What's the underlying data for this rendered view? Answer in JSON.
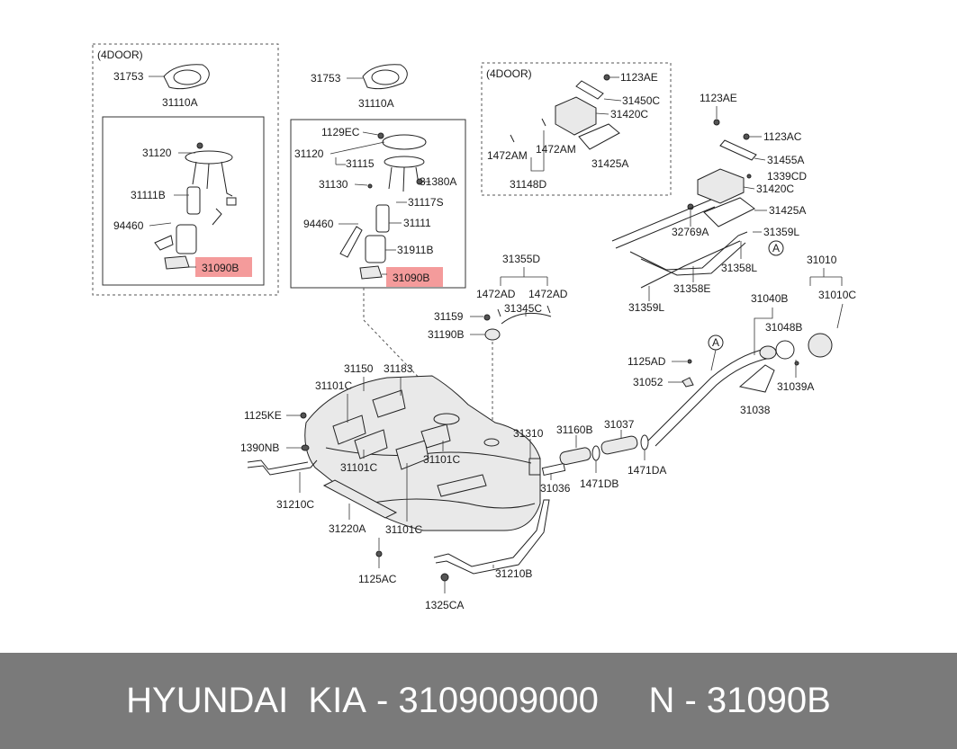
{
  "diagram": {
    "left_group_tag": "(4DOOR)",
    "left_group": {
      "p31753": "31753",
      "p31110A": "31110A",
      "p31120": "31120",
      "p31111B": "31111B",
      "p94460": "94460",
      "p31090B": "31090B"
    },
    "center_group": {
      "p31753": "31753",
      "p31110A": "31110A",
      "p1129EC": "1129EC",
      "p31120": "31120",
      "p31115": "31115",
      "p31130": "31130",
      "p31380A": "31380A",
      "p31117S": "31117S",
      "p94460": "94460",
      "p31111": "31111",
      "p31911B": "31911B",
      "p31090B": "31090B"
    },
    "canister_tag": "(4DOOR)",
    "canister_group": {
      "p1123AE": "1123AE",
      "p31450C": "31450C",
      "p31420C": "31420C",
      "p1472AM_a": "1472AM",
      "p1472AM_b": "1472AM",
      "p31425A": "31425A",
      "p31148D": "31148D"
    },
    "right_group": {
      "p1123AE": "1123AE",
      "p1123AC": "1123AC",
      "p31455A": "31455A",
      "p1339CD": "1339CD",
      "p31420C": "31420C",
      "p31425A": "31425A",
      "p32769A": "32769A",
      "p31359L_a": "31359L",
      "p31358L": "31358L",
      "p31358E": "31358E",
      "p31359L_b": "31359L",
      "circle_a": "A"
    },
    "vent": {
      "p31355D": "31355D",
      "p1472AD_a": "1472AD",
      "p1472AD_b": "1472AD",
      "p31159": "31159",
      "p31345C": "31345C",
      "p31190B": "31190B"
    },
    "filler": {
      "p31010": "31010",
      "p31010C": "31010C",
      "p31040B": "31040B",
      "p31048B": "31048B",
      "p1125AD": "1125AD",
      "p31052": "31052",
      "p31039A": "31039A",
      "p31038": "31038",
      "circle_a": "A"
    },
    "tank": {
      "p31150": "31150",
      "p31183": "31183",
      "p31101C_a": "31101C",
      "p1125KE": "1125KE",
      "p1390NB": "1390NB",
      "p31101C_b": "31101C",
      "p31101C_c": "31101C",
      "p31101C_d": "31101C",
      "p31210C": "31210C",
      "p31220A": "31220A",
      "p1125AC": "1125AC",
      "p31210B": "31210B",
      "p1325CA": "1325CA",
      "p31310": "31310",
      "p31036": "31036",
      "p31160B": "31160B",
      "p1471DB": "1471DB",
      "p31037": "31037",
      "p1471DA": "1471DA"
    }
  },
  "footer": {
    "brand": "HYUNDAI  KIA",
    "separator1": " - ",
    "oem_number": "3109009000",
    "gap": "     ",
    "prefix": "N",
    "separator2": " - ",
    "part_number": "31090B"
  },
  "colors": {
    "highlight": "#f49b9b",
    "footer_bg": "#7a7a7a",
    "footer_text": "#ffffff"
  }
}
